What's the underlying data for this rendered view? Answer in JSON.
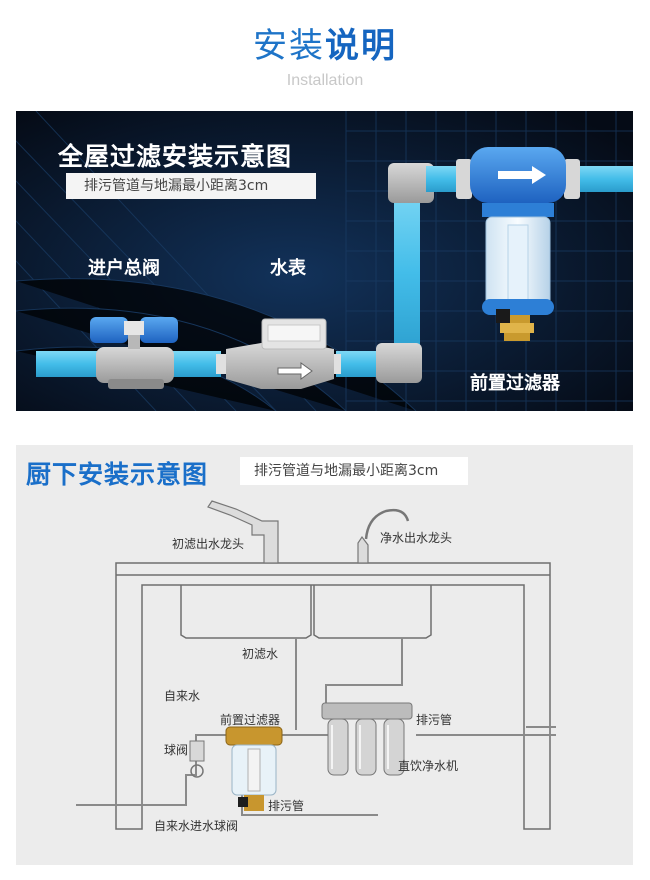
{
  "header": {
    "title_light": "安装",
    "title_bold": "说明",
    "subtitle": "Installation"
  },
  "whole_house": {
    "title": "全屋过滤安装示意图",
    "note": "排污管道与地漏最小距离3cm",
    "labels": {
      "main_valve": "进户总阀",
      "water_meter": "水表",
      "pre_filter": "前置过滤器"
    }
  },
  "kitchen": {
    "title": "厨下安装示意图",
    "note": "排污管道与地漏最小距离3cm",
    "labels": {
      "prefilter_faucet": "初滤出水龙头",
      "pure_faucet": "净水出水龙头",
      "prefiltered_water": "初滤水",
      "tap_water": "自来水",
      "pre_filter": "前置过滤器",
      "drain_pipe": "排污管",
      "ball_valve": "球阀",
      "purifier": "直饮净水机",
      "drain_pipe_bottom": "排污管",
      "inlet_ball_valve": "自来水进水球阀"
    }
  },
  "colors": {
    "accent": "#1e74c8",
    "pipe": "#4ec2ec",
    "dark_bg": "#07101e"
  }
}
